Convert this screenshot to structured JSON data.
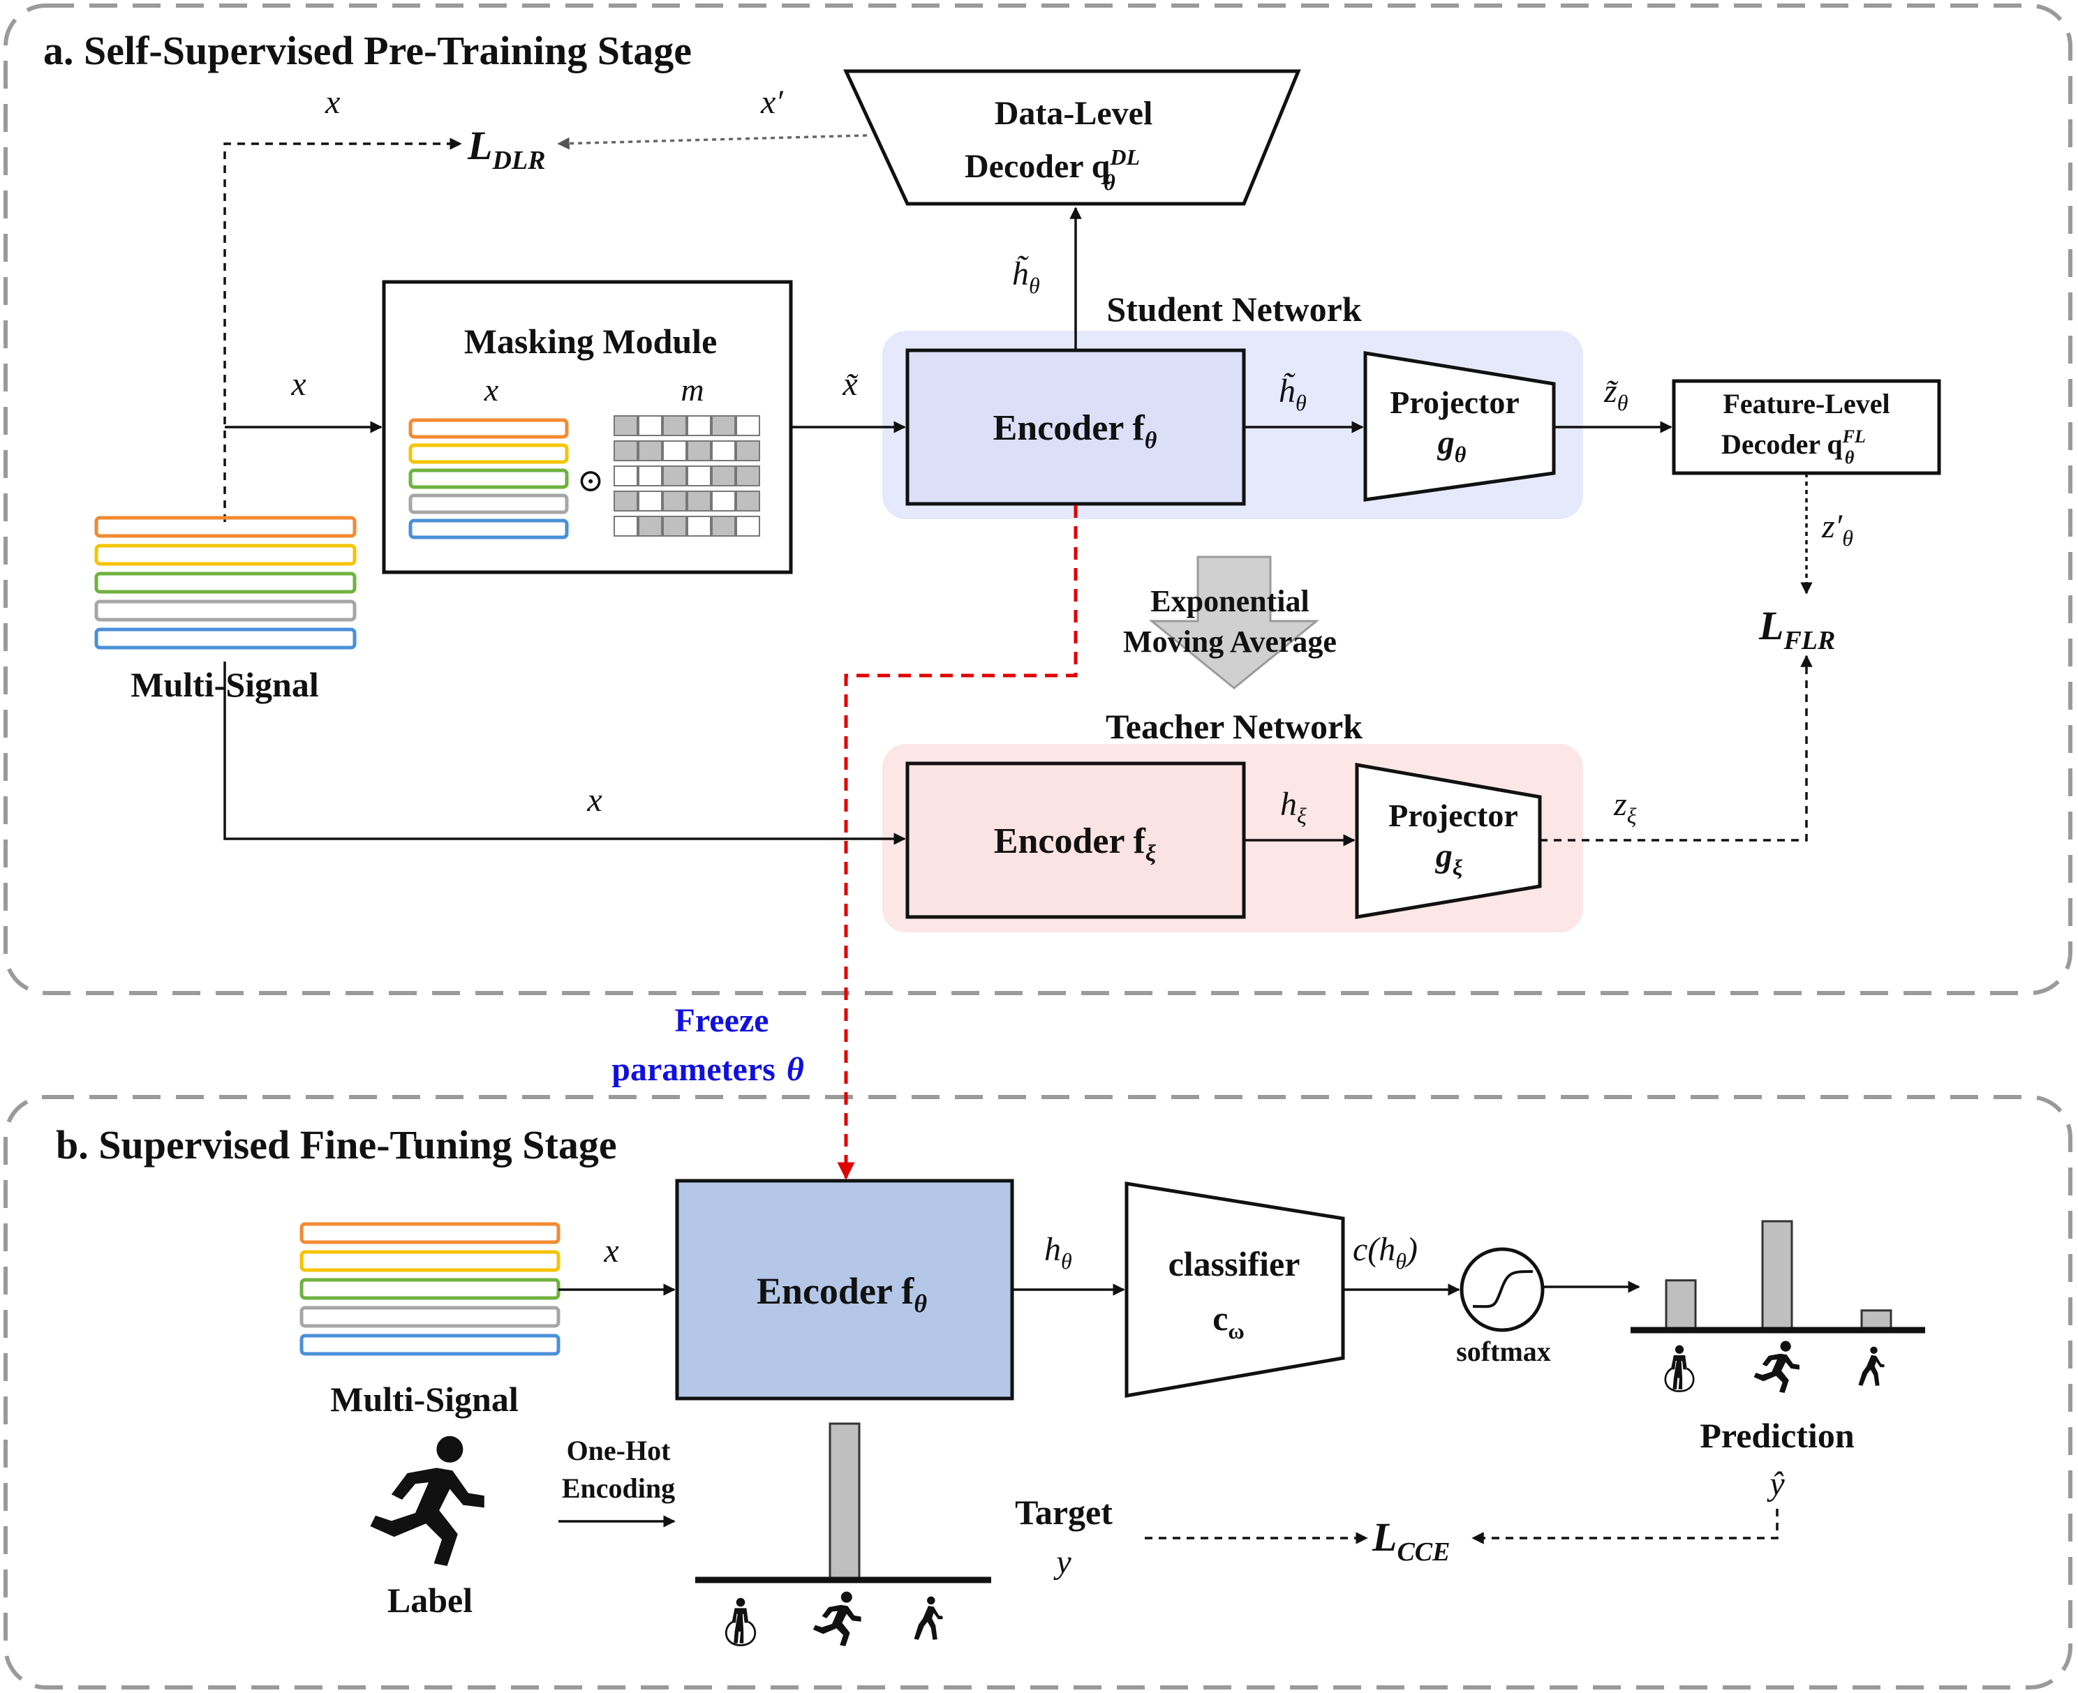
{
  "stage_a": {
    "title": "a. Self-Supervised Pre-Training Stage"
  },
  "stage_b": {
    "title": "b. Supervised Fine-Tuning Stage"
  },
  "labels": {
    "x": "x",
    "x_prime": "x′",
    "m": "m",
    "odot": "⊙",
    "x_tilde": "x̃",
    "h_tilde_theta": "h̃",
    "theta": "θ",
    "z_tilde_theta": "z̃",
    "z_prime_theta": "z′",
    "h_xi": "h",
    "z_xi": "z",
    "xi": "ξ",
    "h_theta": "h",
    "c_h_theta": "c(h",
    "close_paren": ")",
    "y": "y",
    "y_hat": "ŷ",
    "L": "L",
    "sub_dlr": "DLR",
    "sub_flr": "FLR",
    "sub_cce": "CCE"
  },
  "nodes": {
    "data_decoder_line1": "Data-Level",
    "data_decoder_line2": "Decoder q",
    "data_decoder_sup": "DL",
    "masking_module": "Masking Module",
    "student_network": "Student Network",
    "teacher_network": "Teacher Network",
    "encoder_word": "Encoder f",
    "projector": "Projector",
    "g": "g",
    "feature_decoder_line1": "Feature-Level",
    "feature_decoder_line2": "Decoder q",
    "feature_decoder_sup": "FL",
    "ema_line1": "Exponential",
    "ema_line2": "Moving Average",
    "multi_signal": "Multi-Signal",
    "freeze_line1": "Freeze",
    "freeze_line2": "parameters",
    "classifier_line1": "classifier",
    "classifier_line2": "c",
    "omega": "ω",
    "softmax": "softmax",
    "prediction": "Prediction",
    "one_hot_line1": "One-Hot",
    "one_hot_line2": "Encoding",
    "target": "Target",
    "label": "Label"
  },
  "colors": {
    "signal_orange": "#F28A30",
    "signal_yellow": "#F5C400",
    "signal_green": "#6FB23E",
    "signal_gray": "#A6A6A6",
    "signal_blue": "#4A90D9",
    "student_bg": "#E6E9FB",
    "teacher_bg": "#FCE6E6",
    "student_encoder": "#DCDFF7",
    "teacher_encoder": "#FBE3E3",
    "finetune_encoder": "#B4C7E7",
    "freeze_arrow": "#E00000",
    "freeze_text": "#1010E0",
    "bar_fill": "#BFBFBF"
  },
  "prediction_bars": [
    0.45,
    1.0,
    0.17
  ],
  "target_bars": [
    0,
    1,
    0
  ]
}
